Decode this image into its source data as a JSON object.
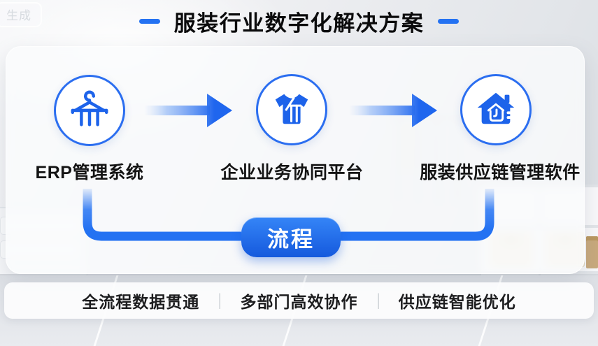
{
  "ui": {
    "generate_chip_label": "生成"
  },
  "header": {
    "title": "服装行业数字化解决方案"
  },
  "flow": {
    "steps": [
      {
        "label": "ERP管理系统",
        "icon": "hanger-icon"
      },
      {
        "label": "企业业务协同平台",
        "icon": "tshirt-icon"
      },
      {
        "label": "服装供应链管理软件",
        "icon": "warehouse-house-icon"
      }
    ],
    "process_badge_label": "流程"
  },
  "footer": {
    "items": [
      "全流程数据贯通",
      "多部门高效协作",
      "供应链智能优化"
    ],
    "divider": "|"
  },
  "colors": {
    "primary_blue": "#2472F2",
    "icon_blue": "#1D63EA",
    "pill_gradient_top": "#3585F7",
    "pill_gradient_bottom": "#1559DD",
    "title_text": "#0B0B0C"
  }
}
